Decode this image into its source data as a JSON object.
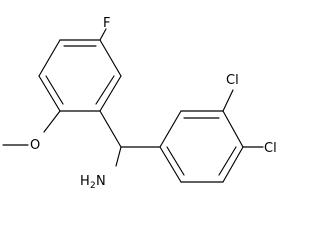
{
  "molecule": {
    "atom_labels": {
      "fluorine": "F",
      "oxygen": "O",
      "chlorine_meta": "Cl",
      "chlorine_para": "Cl",
      "amine_main": "H",
      "amine_sub": "2",
      "amine_end": "N"
    },
    "line_color": "#000000",
    "background": "#ffffff"
  }
}
